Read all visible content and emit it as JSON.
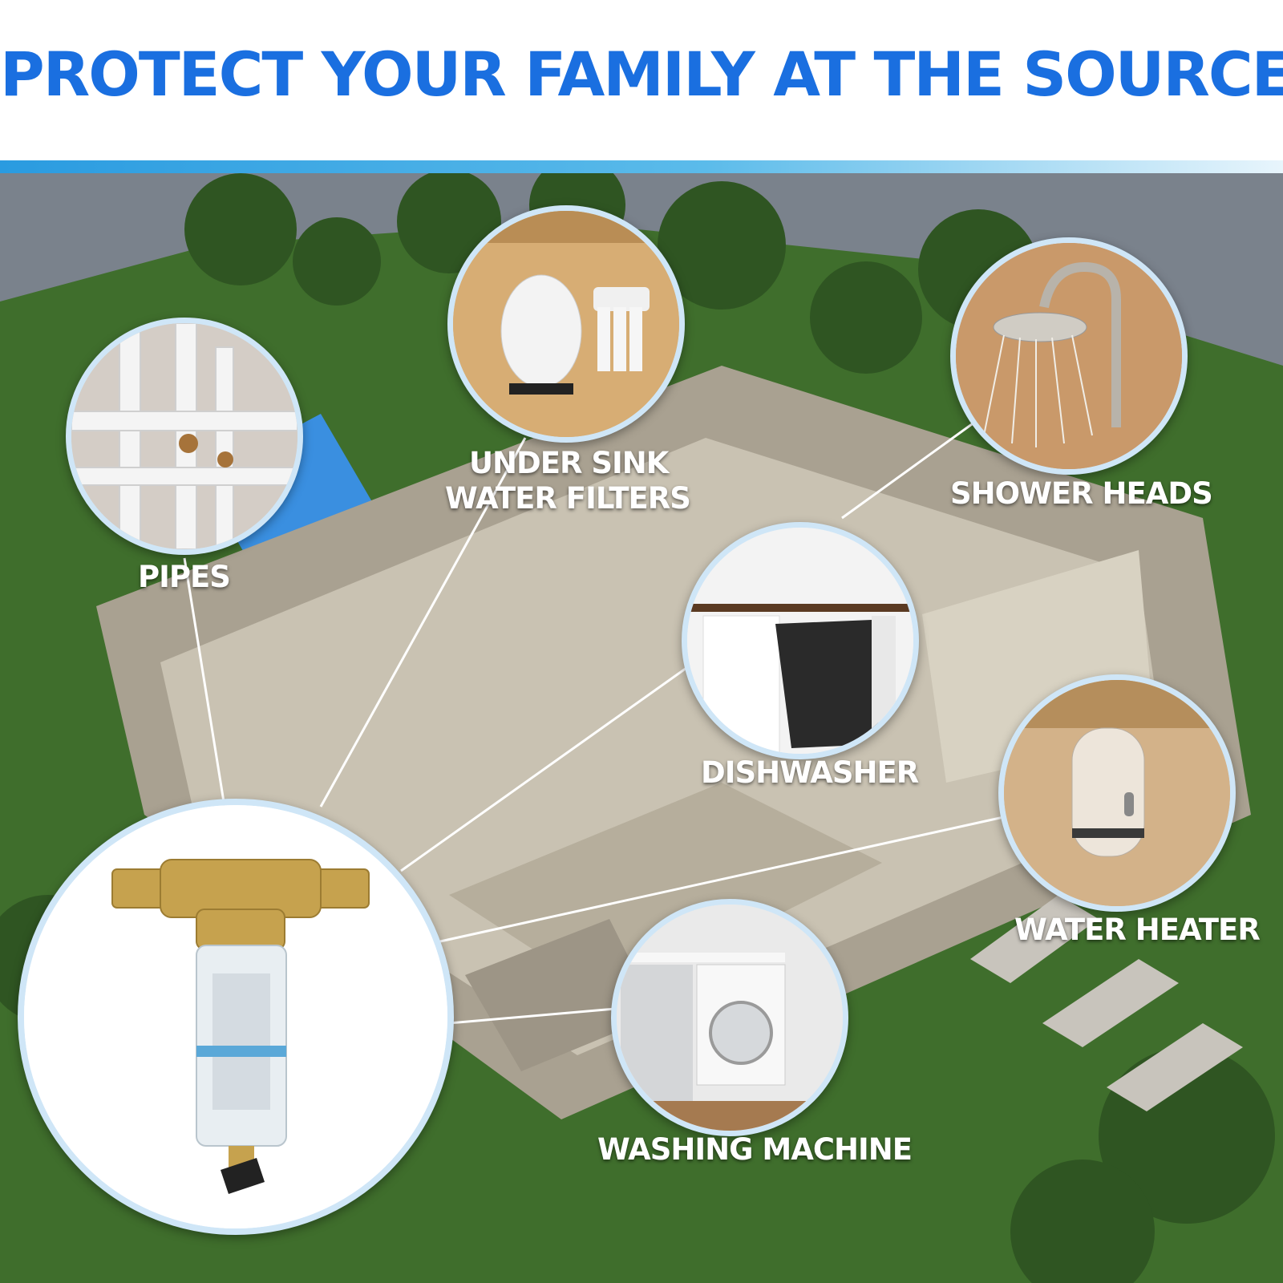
{
  "headline": "PROTECT YOUR FAMILY AT THE SOURCE",
  "labels": {
    "pipes": "PIPES",
    "under_sink_line1": "UNDER SINK",
    "under_sink_line2": "WATER FILTERS",
    "shower_heads": "SHOWER HEADS",
    "dishwasher": "DISHWASHER",
    "water_heater": "WATER HEATER",
    "washing_machine": "WASHING MACHINE"
  },
  "colors": {
    "headline": "#1a6fe0",
    "band": "#2a9be0",
    "circle_border": "#cfe6f7",
    "lawn": "#3f6e2c"
  }
}
